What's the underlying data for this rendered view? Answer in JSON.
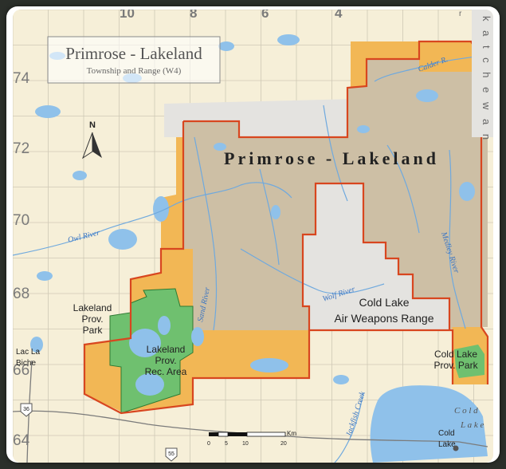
{
  "title_box": {
    "title": "Primrose - Lakeland",
    "subtitle": "Township and Range (W4)"
  },
  "region_label": "Primrose - Lakeland",
  "north_label": "N",
  "range_labels": [
    "10",
    "8",
    "6",
    "4"
  ],
  "township_labels": [
    "74",
    "72",
    "70",
    "68",
    "66",
    "64"
  ],
  "edge_label": "k a t c h e w a n",
  "edge_partial_label": "r",
  "rivers": {
    "owl": "Owl River",
    "sand": "Sand River",
    "wolf": "Wolf River",
    "medley": "Medley River",
    "calder": "Calder R.",
    "jackfish": "Jackfish Creek"
  },
  "areas": {
    "cold_lake_range_line1": "Cold Lake",
    "cold_lake_range_line2": "Air Weapons Range",
    "lakeland_park_line1": "Lakeland",
    "lakeland_park_line2": "Prov.",
    "lakeland_park_line3": "Park",
    "lakeland_rec_line1": "Lakeland",
    "lakeland_rec_line2": "Prov.",
    "lakeland_rec_line3": "Rec. Area",
    "cold_lake_park_line1": "Cold Lake",
    "cold_lake_park_line2": "Prov. Park"
  },
  "places": {
    "lac_la_biche_line1": "Lac La",
    "lac_la_biche_line2": "Biche",
    "cold_lake_town_line1": "Cold",
    "cold_lake_town_line2": "Lake",
    "cold_lake_lake_line1": "C o l d",
    "cold_lake_lake_line2": "L a k e"
  },
  "highways": [
    "36",
    "55"
  ],
  "scale": {
    "unit": "Km",
    "ticks": [
      "0",
      "5",
      "10",
      "20"
    ]
  },
  "colors": {
    "base": "#f6efd8",
    "orange_zone": "#f2b755",
    "primrose_tan": "#cdbfa5",
    "range_gray": "#e4e3e0",
    "park_green": "#6fc06f",
    "boundary_red": "#d8461f",
    "water": "#8fc1ea",
    "grid": "#c7c3b2"
  }
}
